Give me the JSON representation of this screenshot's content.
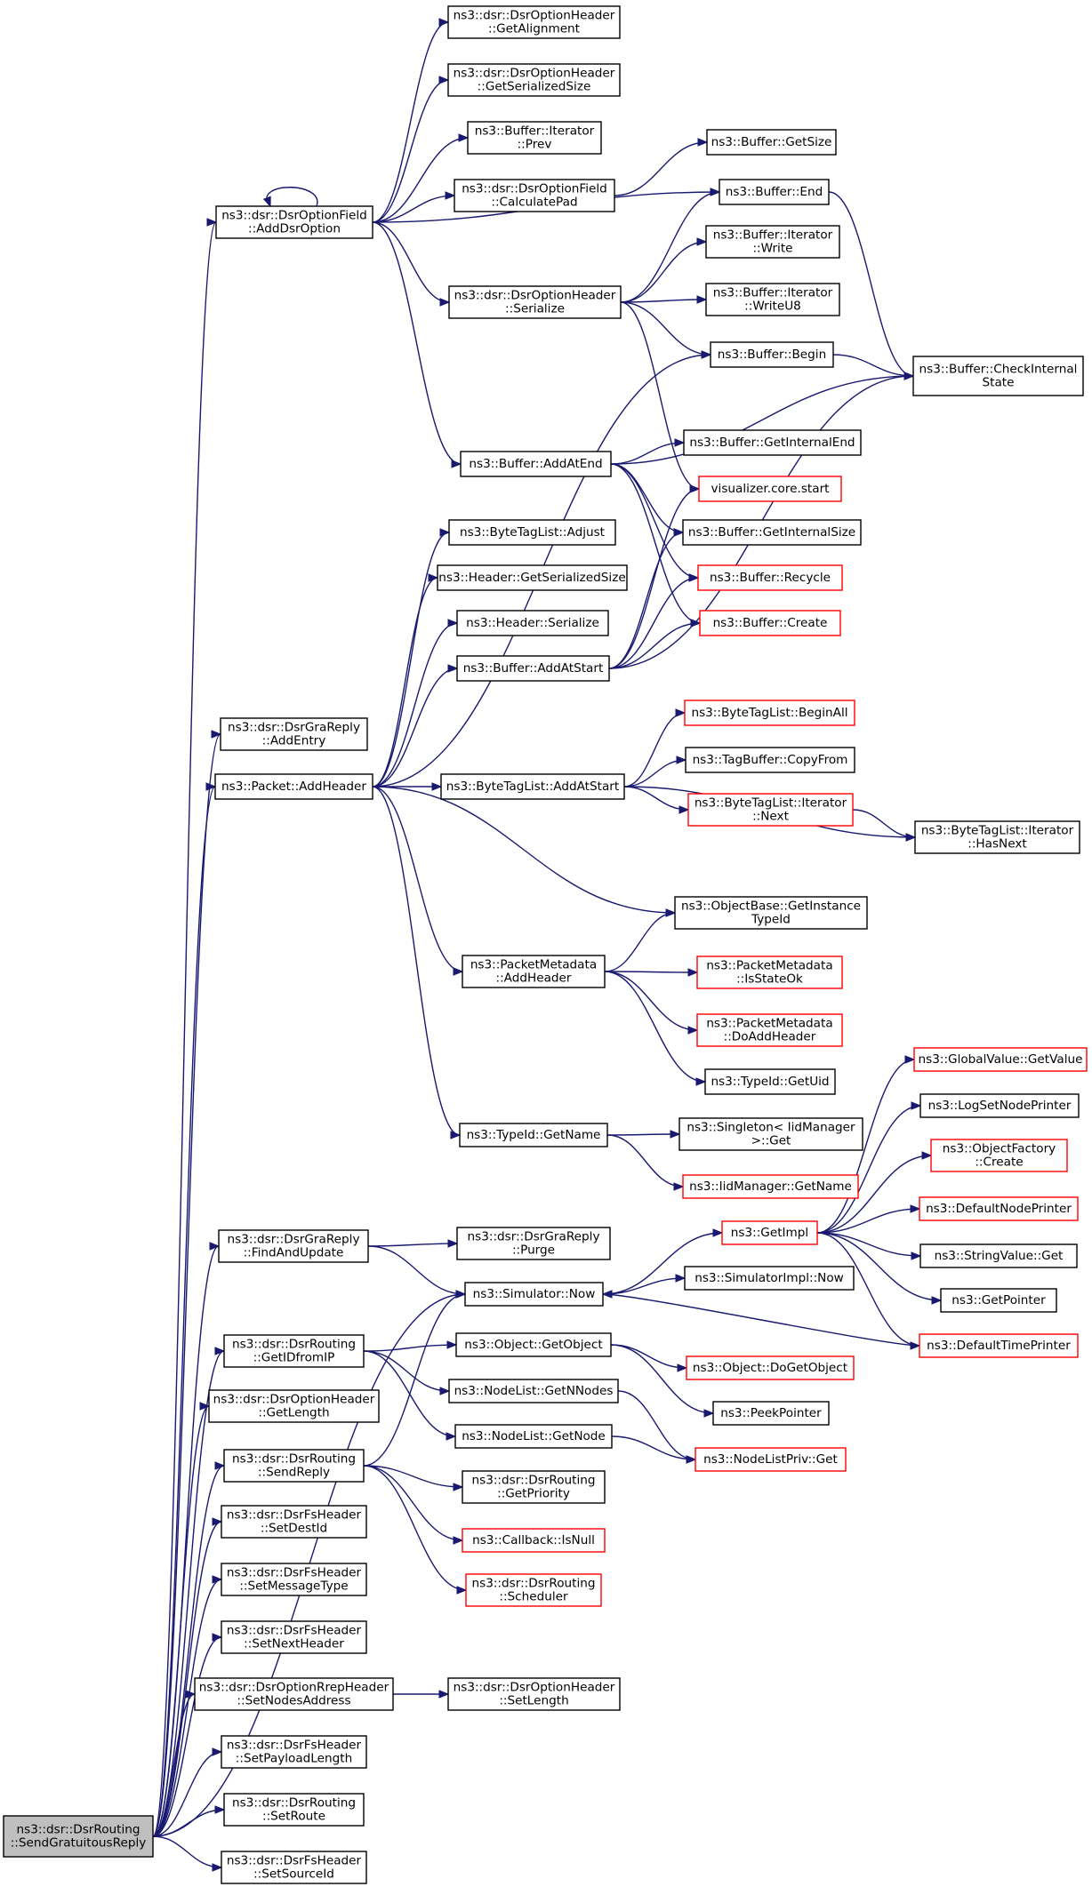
{
  "graph": {
    "title": "",
    "colors": {
      "edge": "#191970",
      "node_border": "#000000",
      "truncated_border": "#ff0000",
      "root_fill": "#bfbfbf"
    },
    "nodes": [
      {
        "id": "root",
        "lines": [
          "ns3::dsr::DsrRouting",
          "::SendGratuitousReply"
        ],
        "style": "root"
      },
      {
        "id": "addDsrOption",
        "lines": [
          "ns3::dsr::DsrOptionField",
          "::AddDsrOption"
        ]
      },
      {
        "id": "getAlignment",
        "lines": [
          "ns3::dsr::DsrOptionHeader",
          "::GetAlignment"
        ]
      },
      {
        "id": "getSerializedSize_oh",
        "lines": [
          "ns3::dsr::DsrOptionHeader",
          "::GetSerializedSize"
        ]
      },
      {
        "id": "iterPrev",
        "lines": [
          "ns3::Buffer::Iterator",
          "::Prev"
        ]
      },
      {
        "id": "calculatePad",
        "lines": [
          "ns3::dsr::DsrOptionField",
          "::CalculatePad"
        ]
      },
      {
        "id": "ohSerialize",
        "lines": [
          "ns3::dsr::DsrOptionHeader",
          "::Serialize"
        ]
      },
      {
        "id": "getSize",
        "lines": [
          "ns3::Buffer::GetSize"
        ]
      },
      {
        "id": "bufEnd",
        "lines": [
          "ns3::Buffer::End"
        ]
      },
      {
        "id": "iterWrite",
        "lines": [
          "ns3::Buffer::Iterator",
          "::Write"
        ]
      },
      {
        "id": "iterWriteU8",
        "lines": [
          "ns3::Buffer::Iterator",
          "::WriteU8"
        ]
      },
      {
        "id": "bufBegin",
        "lines": [
          "ns3::Buffer::Begin"
        ]
      },
      {
        "id": "checkInternal",
        "lines": [
          "ns3::Buffer::CheckInternal",
          "State"
        ]
      },
      {
        "id": "addAtEnd",
        "lines": [
          "ns3::Buffer::AddAtEnd"
        ]
      },
      {
        "id": "getInternalEnd",
        "lines": [
          "ns3::Buffer::GetInternalEnd"
        ]
      },
      {
        "id": "vizStart",
        "lines": [
          "visualizer.core.start"
        ],
        "style": "truncated"
      },
      {
        "id": "btlAdjust",
        "lines": [
          "ns3::ByteTagList::Adjust"
        ]
      },
      {
        "id": "getInternalSize",
        "lines": [
          "ns3::Buffer::GetInternalSize"
        ]
      },
      {
        "id": "hdrGetSerializedSize",
        "lines": [
          "ns3::Header::GetSerializedSize"
        ]
      },
      {
        "id": "bufRecycle",
        "lines": [
          "ns3::Buffer::Recycle"
        ],
        "style": "truncated"
      },
      {
        "id": "hdrSerialize",
        "lines": [
          "ns3::Header::Serialize"
        ]
      },
      {
        "id": "bufCreate",
        "lines": [
          "ns3::Buffer::Create"
        ],
        "style": "truncated"
      },
      {
        "id": "addAtStart",
        "lines": [
          "ns3::Buffer::AddAtStart"
        ]
      },
      {
        "id": "graAddEntry",
        "lines": [
          "ns3::dsr::DsrGraReply",
          "::AddEntry"
        ]
      },
      {
        "id": "beginAll",
        "lines": [
          "ns3::ByteTagList::BeginAll"
        ],
        "style": "truncated"
      },
      {
        "id": "pktAddHeader",
        "lines": [
          "ns3::Packet::AddHeader"
        ]
      },
      {
        "id": "btlAddAtStart",
        "lines": [
          "ns3::ByteTagList::AddAtStart"
        ]
      },
      {
        "id": "tagCopyFrom",
        "lines": [
          "ns3::TagBuffer::CopyFrom"
        ]
      },
      {
        "id": "btlIterNext",
        "lines": [
          "ns3::ByteTagList::Iterator",
          "::Next"
        ],
        "style": "truncated"
      },
      {
        "id": "btlIterHasNext",
        "lines": [
          "ns3::ByteTagList::Iterator",
          "::HasNext"
        ]
      },
      {
        "id": "getInstanceTypeId",
        "lines": [
          "ns3::ObjectBase::GetInstance",
          "TypeId"
        ]
      },
      {
        "id": "pmAddHeader",
        "lines": [
          "ns3::PacketMetadata",
          "::AddHeader"
        ]
      },
      {
        "id": "pmIsStateOk",
        "lines": [
          "ns3::PacketMetadata",
          "::IsStateOk"
        ],
        "style": "truncated"
      },
      {
        "id": "pmDoAddHeader",
        "lines": [
          "ns3::PacketMetadata",
          "::DoAddHeader"
        ],
        "style": "truncated"
      },
      {
        "id": "typeIdGetUid",
        "lines": [
          "ns3::TypeId::GetUid"
        ]
      },
      {
        "id": "globalGetValue",
        "lines": [
          "ns3::GlobalValue::GetValue"
        ],
        "style": "truncated"
      },
      {
        "id": "logSetNodePrinter",
        "lines": [
          "ns3::LogSetNodePrinter"
        ]
      },
      {
        "id": "typeIdGetName",
        "lines": [
          "ns3::TypeId::GetName"
        ]
      },
      {
        "id": "singletonGet",
        "lines": [
          "ns3::Singleton< IidManager",
          ">::Get"
        ]
      },
      {
        "id": "objFactoryCreate",
        "lines": [
          "ns3::ObjectFactory",
          "::Create"
        ],
        "style": "truncated"
      },
      {
        "id": "iidGetName",
        "lines": [
          "ns3::IidManager::GetName"
        ],
        "style": "truncated"
      },
      {
        "id": "defaultNodePrinter",
        "lines": [
          "ns3::DefaultNodePrinter"
        ],
        "style": "truncated"
      },
      {
        "id": "graFindAndUpdate",
        "lines": [
          "ns3::dsr::DsrGraReply",
          "::FindAndUpdate"
        ]
      },
      {
        "id": "graPurge",
        "lines": [
          "ns3::dsr::DsrGraReply",
          "::Purge"
        ]
      },
      {
        "id": "getImpl",
        "lines": [
          "ns3::GetImpl"
        ],
        "style": "truncated"
      },
      {
        "id": "stringValueGet",
        "lines": [
          "ns3::StringValue::Get"
        ]
      },
      {
        "id": "simImplNow",
        "lines": [
          "ns3::SimulatorImpl::Now"
        ]
      },
      {
        "id": "simNow",
        "lines": [
          "ns3::Simulator::Now"
        ]
      },
      {
        "id": "getPointer",
        "lines": [
          "ns3::GetPointer"
        ]
      },
      {
        "id": "defaultTimePrinter",
        "lines": [
          "ns3::DefaultTimePrinter"
        ],
        "style": "truncated"
      },
      {
        "id": "getIdFromIp",
        "lines": [
          "ns3::dsr::DsrRouting",
          "::GetIDfromIP"
        ]
      },
      {
        "id": "objGetObject",
        "lines": [
          "ns3::Object::GetObject"
        ]
      },
      {
        "id": "objDoGetObject",
        "lines": [
          "ns3::Object::DoGetObject"
        ],
        "style": "truncated"
      },
      {
        "id": "ohGetLength",
        "lines": [
          "ns3::dsr::DsrOptionHeader",
          "::GetLength"
        ]
      },
      {
        "id": "nlGetNNodes",
        "lines": [
          "ns3::NodeList::GetNNodes"
        ]
      },
      {
        "id": "peekPointer",
        "lines": [
          "ns3::PeekPointer"
        ]
      },
      {
        "id": "nlGetNode",
        "lines": [
          "ns3::NodeList::GetNode"
        ]
      },
      {
        "id": "nlPrivGet",
        "lines": [
          "ns3::NodeListPriv::Get"
        ],
        "style": "truncated"
      },
      {
        "id": "sendReply",
        "lines": [
          "ns3::dsr::DsrRouting",
          "::SendReply"
        ]
      },
      {
        "id": "getPriority",
        "lines": [
          "ns3::dsr::DsrRouting",
          "::GetPriority"
        ]
      },
      {
        "id": "setDestId",
        "lines": [
          "ns3::dsr::DsrFsHeader",
          "::SetDestId"
        ]
      },
      {
        "id": "cbIsNull",
        "lines": [
          "ns3::Callback::IsNull"
        ],
        "style": "truncated"
      },
      {
        "id": "setMessageType",
        "lines": [
          "ns3::dsr::DsrFsHeader",
          "::SetMessageType"
        ]
      },
      {
        "id": "scheduler",
        "lines": [
          "ns3::dsr::DsrRouting",
          "::Scheduler"
        ],
        "style": "truncated"
      },
      {
        "id": "setNextHeader",
        "lines": [
          "ns3::dsr::DsrFsHeader",
          "::SetNextHeader"
        ]
      },
      {
        "id": "setNodesAddress",
        "lines": [
          "ns3::dsr::DsrOptionRrepHeader",
          "::SetNodesAddress"
        ]
      },
      {
        "id": "ohSetLength",
        "lines": [
          "ns3::dsr::DsrOptionHeader",
          "::SetLength"
        ]
      },
      {
        "id": "setPayloadLength",
        "lines": [
          "ns3::dsr::DsrFsHeader",
          "::SetPayloadLength"
        ]
      },
      {
        "id": "setRoute",
        "lines": [
          "ns3::dsr::DsrRouting",
          "::SetRoute"
        ]
      },
      {
        "id": "setSourceId",
        "lines": [
          "ns3::dsr::DsrFsHeader",
          "::SetSourceId"
        ]
      }
    ],
    "edges": [
      [
        "root",
        "addDsrOption"
      ],
      [
        "root",
        "graAddEntry"
      ],
      [
        "root",
        "pktAddHeader"
      ],
      [
        "root",
        "graFindAndUpdate"
      ],
      [
        "root",
        "simNow"
      ],
      [
        "root",
        "getIdFromIp"
      ],
      [
        "root",
        "ohGetLength"
      ],
      [
        "root",
        "sendReply"
      ],
      [
        "root",
        "setDestId"
      ],
      [
        "root",
        "setMessageType"
      ],
      [
        "root",
        "setNextHeader"
      ],
      [
        "root",
        "setNodesAddress"
      ],
      [
        "root",
        "setPayloadLength"
      ],
      [
        "root",
        "setRoute"
      ],
      [
        "root",
        "setSourceId"
      ],
      [
        "addDsrOption",
        "addDsrOption"
      ],
      [
        "addDsrOption",
        "getAlignment"
      ],
      [
        "addDsrOption",
        "getSerializedSize_oh"
      ],
      [
        "addDsrOption",
        "iterPrev"
      ],
      [
        "addDsrOption",
        "calculatePad"
      ],
      [
        "addDsrOption",
        "bufEnd"
      ],
      [
        "addDsrOption",
        "ohSerialize"
      ],
      [
        "addDsrOption",
        "addAtEnd"
      ],
      [
        "calculatePad",
        "getSize"
      ],
      [
        "ohSerialize",
        "bufEnd"
      ],
      [
        "ohSerialize",
        "iterWrite"
      ],
      [
        "ohSerialize",
        "iterWriteU8"
      ],
      [
        "ohSerialize",
        "bufBegin"
      ],
      [
        "ohSerialize",
        "vizStart"
      ],
      [
        "bufEnd",
        "checkInternal"
      ],
      [
        "bufBegin",
        "checkInternal"
      ],
      [
        "addAtEnd",
        "checkInternal"
      ],
      [
        "addAtEnd",
        "getInternalEnd"
      ],
      [
        "addAtEnd",
        "getInternalSize"
      ],
      [
        "addAtEnd",
        "bufRecycle"
      ],
      [
        "addAtEnd",
        "bufCreate"
      ],
      [
        "addAtStart",
        "checkInternal"
      ],
      [
        "addAtStart",
        "vizStart"
      ],
      [
        "addAtStart",
        "getInternalSize"
      ],
      [
        "addAtStart",
        "bufRecycle"
      ],
      [
        "addAtStart",
        "bufCreate"
      ],
      [
        "pktAddHeader",
        "bufBegin"
      ],
      [
        "pktAddHeader",
        "btlAdjust"
      ],
      [
        "pktAddHeader",
        "hdrGetSerializedSize"
      ],
      [
        "pktAddHeader",
        "hdrSerialize"
      ],
      [
        "pktAddHeader",
        "addAtStart"
      ],
      [
        "pktAddHeader",
        "btlAddAtStart"
      ],
      [
        "pktAddHeader",
        "getInstanceTypeId"
      ],
      [
        "pktAddHeader",
        "pmAddHeader"
      ],
      [
        "pktAddHeader",
        "typeIdGetName"
      ],
      [
        "btlAddAtStart",
        "beginAll"
      ],
      [
        "btlAddAtStart",
        "tagCopyFrom"
      ],
      [
        "btlAddAtStart",
        "btlIterNext"
      ],
      [
        "btlAddAtStart",
        "btlIterHasNext"
      ],
      [
        "btlIterNext",
        "btlIterHasNext"
      ],
      [
        "pmAddHeader",
        "getInstanceTypeId"
      ],
      [
        "pmAddHeader",
        "pmIsStateOk"
      ],
      [
        "pmAddHeader",
        "pmDoAddHeader"
      ],
      [
        "pmAddHeader",
        "typeIdGetUid"
      ],
      [
        "typeIdGetName",
        "singletonGet"
      ],
      [
        "typeIdGetName",
        "iidGetName"
      ],
      [
        "graFindAndUpdate",
        "graPurge"
      ],
      [
        "graFindAndUpdate",
        "simNow"
      ],
      [
        "simNow",
        "getImpl"
      ],
      [
        "simNow",
        "simImplNow"
      ],
      [
        "getImpl",
        "globalGetValue"
      ],
      [
        "getImpl",
        "logSetNodePrinter"
      ],
      [
        "getImpl",
        "objFactoryCreate"
      ],
      [
        "getImpl",
        "defaultNodePrinter"
      ],
      [
        "getImpl",
        "stringValueGet"
      ],
      [
        "getImpl",
        "getPointer"
      ],
      [
        "getImpl",
        "defaultTimePrinter"
      ],
      [
        "defaultTimePrinter",
        "simNow"
      ],
      [
        "getIdFromIp",
        "objGetObject"
      ],
      [
        "getIdFromIp",
        "nlGetNNodes"
      ],
      [
        "getIdFromIp",
        "nlGetNode"
      ],
      [
        "objGetObject",
        "objDoGetObject"
      ],
      [
        "objGetObject",
        "peekPointer"
      ],
      [
        "nlGetNNodes",
        "nlPrivGet"
      ],
      [
        "nlGetNode",
        "nlPrivGet"
      ],
      [
        "sendReply",
        "simNow"
      ],
      [
        "sendReply",
        "getPriority"
      ],
      [
        "sendReply",
        "cbIsNull"
      ],
      [
        "sendReply",
        "scheduler"
      ],
      [
        "setNodesAddress",
        "ohSetLength"
      ]
    ]
  }
}
